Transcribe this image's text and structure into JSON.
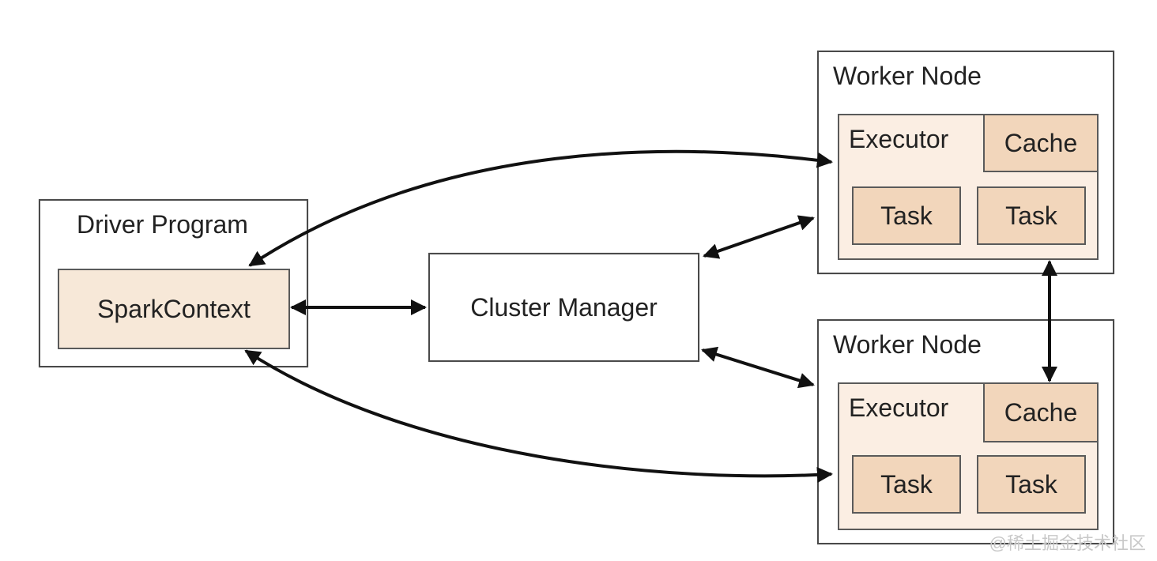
{
  "driver": {
    "title": "Driver Program",
    "context_label": "SparkContext"
  },
  "cluster_manager": {
    "label": "Cluster Manager"
  },
  "worker_nodes": [
    {
      "title": "Worker Node",
      "executor_label": "Executor",
      "cache_label": "Cache",
      "tasks": [
        "Task",
        "Task"
      ]
    },
    {
      "title": "Worker Node",
      "executor_label": "Executor",
      "cache_label": "Cache",
      "tasks": [
        "Task",
        "Task"
      ]
    }
  ],
  "colors": {
    "box_border": "#4a4a4a",
    "context_fill": "#f7e8d8",
    "executor_fill": "#fbeee3",
    "cache_fill": "#f2d6bb",
    "task_fill": "#f2d6bb",
    "arrow": "#111111"
  },
  "watermark": "@稀土掘金技术社区"
}
